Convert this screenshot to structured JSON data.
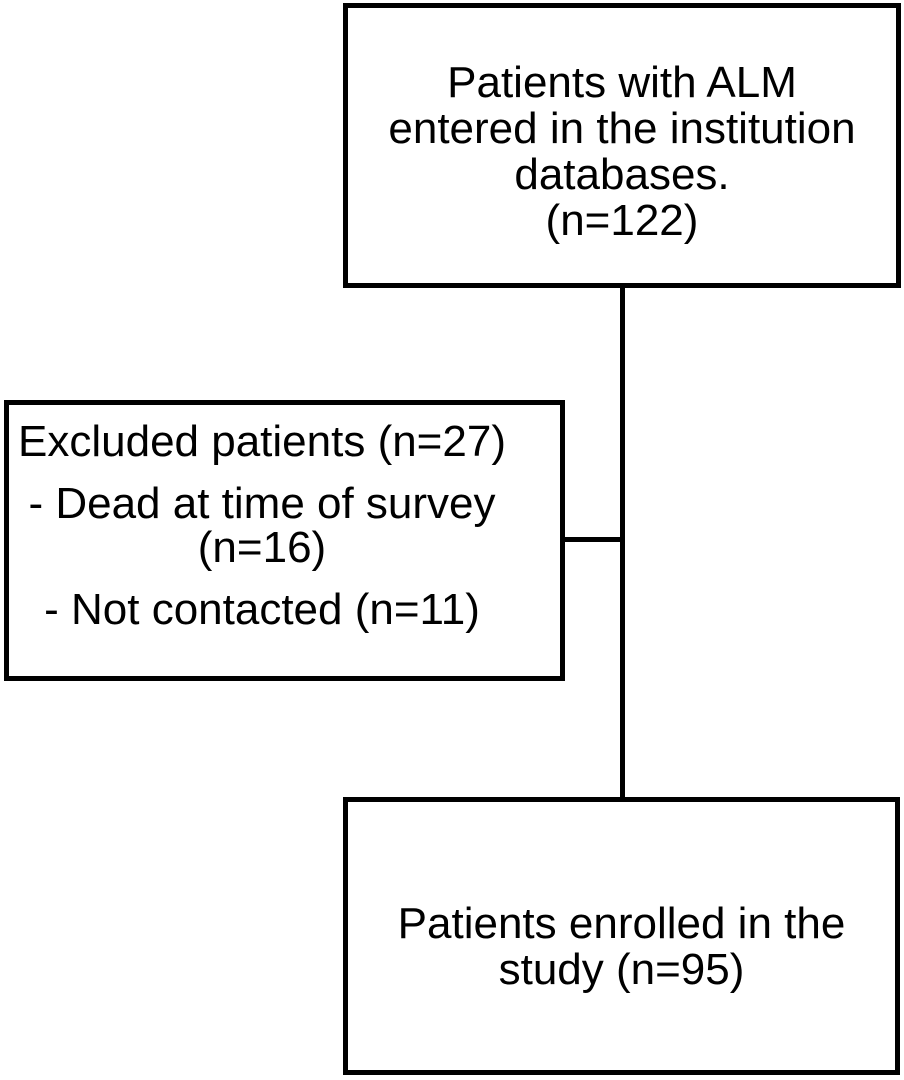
{
  "flowchart": {
    "colors": {
      "background": "#ffffff",
      "border": "#000000",
      "text": "#000000"
    },
    "counts": {
      "entered_in_databases": 122,
      "excluded": 27,
      "dead_at_time_of_survey": 16,
      "not_contacted": 11,
      "enrolled": 95
    },
    "boxes": {
      "source": {
        "lines": [
          "Patients with ALM",
          "entered in the institution",
          "databases.",
          "(n=122)"
        ]
      },
      "excluded": {
        "lines": [
          "Excluded patients (n=27)",
          "- Dead at time of survey",
          "(n=16)",
          "- Not contacted (n=11)"
        ]
      },
      "enrolled": {
        "lines": [
          "Patients enrolled in the",
          "study (n=95)"
        ]
      }
    }
  }
}
